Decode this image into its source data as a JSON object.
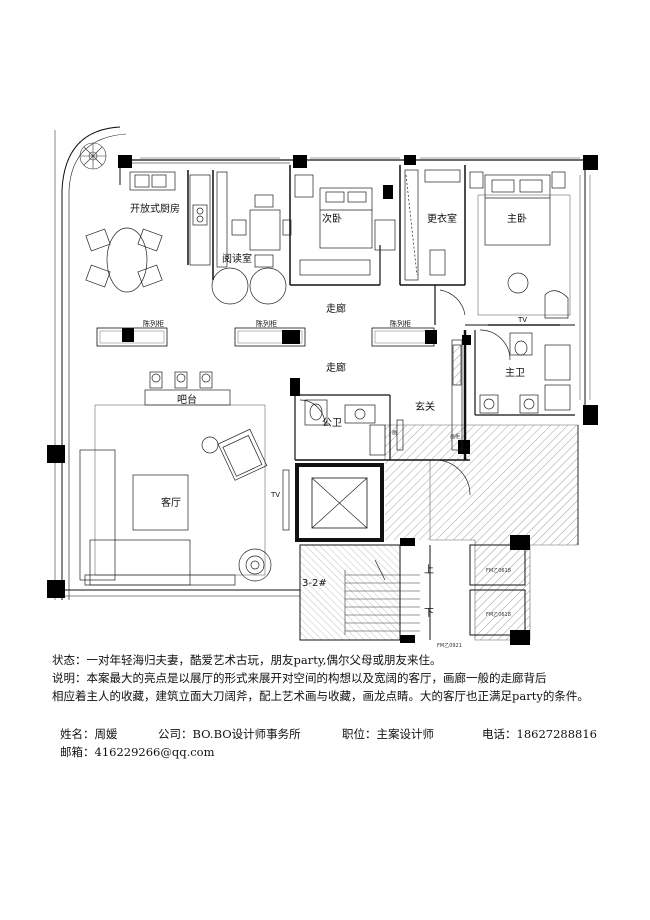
{
  "plan": {
    "rooms": {
      "kitchen": "开放式厨房",
      "reading": "阅读室",
      "second_bedroom": "次卧",
      "closet": "更衣室",
      "master_bedroom": "主卧",
      "corridor_top": "走廊",
      "corridor_mid": "走廊",
      "bar": "吧台",
      "living": "客厅",
      "guest_bath": "公卫",
      "entrance": "玄关",
      "master_bath": "主卫",
      "stair": "3-2#"
    },
    "labels": {
      "display_cabinet_1": "陈列柜",
      "display_cabinet_2": "陈列柜",
      "display_cabinet_3": "陈列柜",
      "tv_master": "TV",
      "tv_living": "TV",
      "painting": "画",
      "painting_2": "画柜",
      "up": "上",
      "down": "下",
      "door_code_1": "FM乙0618",
      "door_code_2": "FM乙0618",
      "door_code_3": "FM乙0921"
    }
  },
  "description": {
    "status_line": "状态：一对年轻海归夫妻，酷爱艺术古玩，朋友party,偶尔父母或朋友来住。",
    "note_line1": "说明：本案最大的亮点是以展厅的形式来展开对空间的构想以及宽阔的客厅，画廊一般的走廊背后",
    "note_line2": "相应着主人的收藏，建筑立面大刀阔斧，配上艺术画与收藏，画龙点睛。大的客厅也正满足party的条件。"
  },
  "designer": {
    "name": "姓名：周媛",
    "company": "公司：BO.BO设计师事务所",
    "position": "职位：主案设计师",
    "phone": "电话：18627288816",
    "email": "邮箱：416229266@qq.com"
  }
}
